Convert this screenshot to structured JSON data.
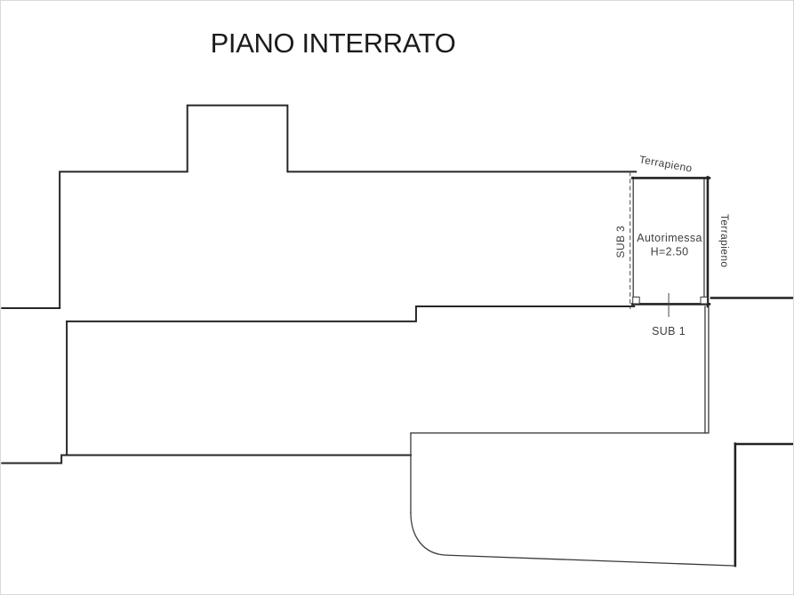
{
  "title": "PIANO INTERRATO",
  "plan": {
    "room": {
      "name": "Autorimessa",
      "height_note": "H=2.50"
    },
    "labels": {
      "terrapieno_top": "Terrapieno",
      "terrapieno_right": "Terrapieno",
      "sub_3": "SUB 3",
      "sub_1": "SUB 1"
    },
    "colors": {
      "outline": "#262626",
      "thin_line": "#3a3a3a",
      "thick_wall": "#222222",
      "annotation": "#4a4a4a",
      "label_text": "#3d3d3d",
      "title_text": "#1b1b1b",
      "background": "#ffffff"
    }
  }
}
